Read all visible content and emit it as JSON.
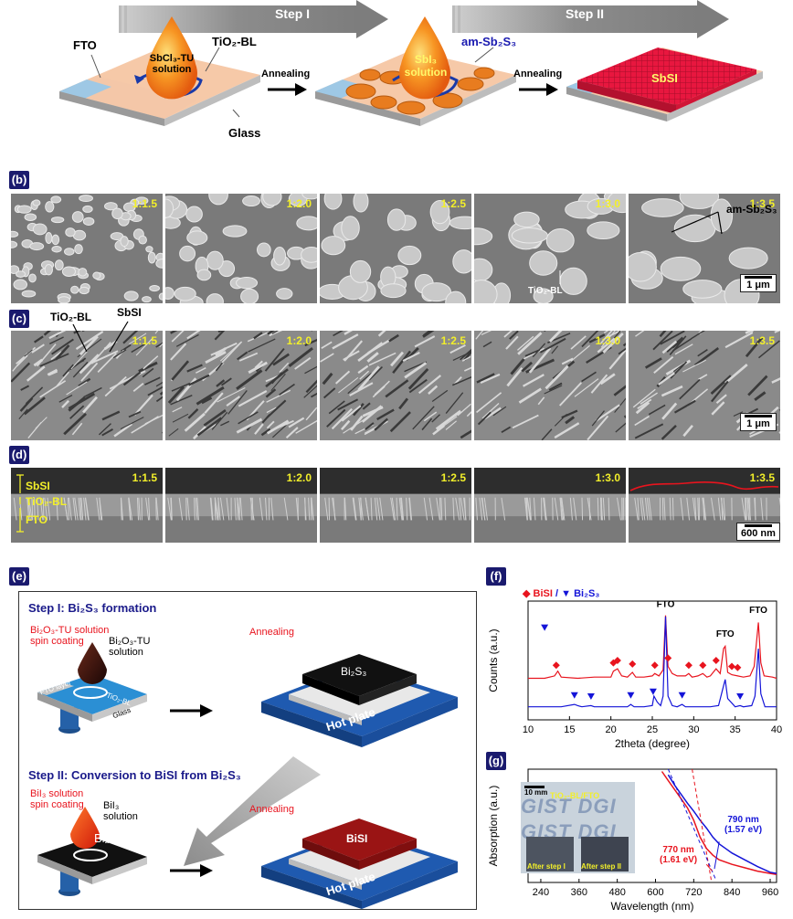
{
  "panel_a": {
    "step1": "Step I",
    "step2": "Step II",
    "fto": "FTO",
    "sbcl3_line1": "SbCl₃-TU",
    "sbcl3_line2": "solution",
    "tio2_bl": "TiO₂-BL",
    "glass": "Glass",
    "annealing": "Annealing",
    "sbi3_line1": "SbI₃",
    "sbi3_line2": "solution",
    "am_sb2s3": "am-Sb₂S₃",
    "sbsi": "SbSI",
    "colors": {
      "arrow": "#8c8c8c",
      "drop": "#f07a1a",
      "substrate": "#f6c9a8",
      "sbsi": "#e8173f"
    }
  },
  "panel_b": {
    "tag": "(b)",
    "ratios": [
      "1:1.5",
      "1:2.0",
      "1:2.5",
      "1:3.0",
      "1:3.5"
    ],
    "am_label": "am-Sb₂S₃",
    "tio2_label": "TiO₂-BL",
    "scale": "1 μm"
  },
  "panel_c": {
    "tag": "(c)",
    "ratios": [
      "1:1.5",
      "1:2.0",
      "1:2.5",
      "1:3.0",
      "1:3.5"
    ],
    "tio2_label": "TiO₂-BL",
    "sbsi_label": "SbSI",
    "scale": "1 μm"
  },
  "panel_d": {
    "tag": "(d)",
    "ratios": [
      "1:1.5",
      "1:2.0",
      "1:2.5",
      "1:3.0",
      "1:3.5"
    ],
    "sbsi": "SbSI",
    "tio2": "TiO₂-BL",
    "fto": "FTO",
    "scale": "600 nm"
  },
  "panel_e": {
    "tag": "(e)",
    "step1_title": "Step I: Bi₂S₃ formation",
    "bi2o3_line1": "Bi₂O₃-TU solution",
    "bi2o3_line2": "spin coating",
    "bi2o3_sol_1": "Bi₂O₃-TU",
    "bi2o3_sol_2": "solution",
    "annealing": "Annealing",
    "bi2s3": "Bi₂S₃",
    "hot_plate": "Hot plate",
    "fto_layer": "FTO layer",
    "tio2_bl": "TiO₂-BL",
    "glass": "Glass",
    "step2_title": "Step II: Conversion to BiSI from Bi₂S₃",
    "bii3_line1": "BiI₃ solution",
    "bii3_line2": "spin coating",
    "bii3_sol_1": "BiI₃",
    "bii3_sol_2": "solution",
    "bisi": "BiSI"
  },
  "panel_f": {
    "tag": "(f)",
    "legend_bisi": "BiSI",
    "legend_sep": "/",
    "legend_bi2s3": "Bi₂S₃",
    "fto": "FTO",
    "colors": {
      "bisi": "#e8141e",
      "bi2s3": "#1414d8"
    }
  },
  "panel_g": {
    "tag": "(g)",
    "inset_scale": "10 mm",
    "inset_label": "TiO₂-BL/FTO",
    "after1": "After step I",
    "after2": "After step II",
    "ann_790_1": "790 nm",
    "ann_790_2": "(1.57 eV)",
    "ann_770_1": "770 nm",
    "ann_770_2": "(1.61 eV)",
    "inset_bg_text": "GIST DGI"
  },
  "chart_data": [
    {
      "type": "line",
      "panel": "f",
      "xlabel": "2theta (degree)",
      "ylabel": "Counts (a.u.)",
      "xlim": [
        10,
        40
      ],
      "xticks": [
        10,
        15,
        20,
        25,
        30,
        35,
        40
      ],
      "series": [
        {
          "name": "BiSI",
          "x": [
            10,
            12,
            13.2,
            13.6,
            14,
            16,
            18,
            20,
            20.3,
            20.8,
            21.3,
            22,
            22.6,
            23,
            24,
            25,
            25.3,
            25.8,
            26.3,
            26.6,
            26.9,
            27.4,
            28,
            29,
            29.4,
            29.8,
            30.5,
            31.1,
            31.6,
            32,
            32.7,
            33.2,
            33.6,
            33.8,
            34.1,
            34.6,
            35.3,
            36,
            36.8,
            37.3,
            37.8,
            38.1,
            38.5,
            39.5,
            40
          ],
          "y": [
            0.35,
            0.35,
            0.37,
            0.41,
            0.36,
            0.35,
            0.36,
            0.36,
            0.41,
            0.43,
            0.37,
            0.36,
            0.4,
            0.36,
            0.36,
            0.37,
            0.39,
            0.37,
            0.42,
            0.88,
            0.45,
            0.39,
            0.37,
            0.37,
            0.39,
            0.36,
            0.37,
            0.39,
            0.36,
            0.37,
            0.43,
            0.39,
            0.6,
            0.62,
            0.4,
            0.38,
            0.37,
            0.36,
            0.37,
            0.45,
            0.82,
            0.48,
            0.37,
            0.36,
            0.35
          ]
        },
        {
          "name": "Bi₂S₃",
          "x": [
            10,
            12,
            14,
            15.6,
            16,
            16.5,
            17.6,
            18,
            20,
            22,
            22.4,
            22.8,
            24,
            25,
            25.2,
            25.6,
            26,
            26.3,
            26.6,
            26.9,
            27.4,
            28,
            28.6,
            29,
            30,
            32,
            33,
            33.5,
            33.8,
            34.1,
            35,
            35.6,
            36,
            37,
            37.4,
            37.8,
            38.1,
            38.6,
            40
          ],
          "y": [
            0.11,
            0.11,
            0.11,
            0.13,
            0.12,
            0.11,
            0.12,
            0.11,
            0.11,
            0.11,
            0.13,
            0.11,
            0.11,
            0.12,
            0.2,
            0.15,
            0.12,
            0.2,
            0.87,
            0.2,
            0.12,
            0.11,
            0.13,
            0.11,
            0.11,
            0.11,
            0.12,
            0.26,
            0.34,
            0.18,
            0.11,
            0.12,
            0.11,
            0.12,
            0.2,
            0.6,
            0.22,
            0.11,
            0.11
          ]
        }
      ],
      "markers": {
        "BiSI": [
          13.4,
          20.3,
          20.8,
          22.6,
          25.3,
          26.9,
          29.4,
          31.1,
          32.7,
          34.6,
          35.3
        ],
        "Bi₂S₃": [
          15.6,
          17.6,
          22.4,
          25.1,
          28.6,
          35.6
        ]
      },
      "annotations": [
        {
          "text": "FTO",
          "x": 26.6
        },
        {
          "text": "FTO",
          "x": 33.8
        },
        {
          "text": "FTO",
          "x": 37.8
        }
      ]
    },
    {
      "type": "line",
      "panel": "g",
      "xlabel": "Wavelength (nm)",
      "ylabel": "Absorption (a.u.)",
      "xlim": [
        200,
        980
      ],
      "xticks": [
        240,
        360,
        480,
        600,
        720,
        840,
        960
      ],
      "series": [
        {
          "name": "After step II",
          "x": [
            620,
            640,
            660,
            680,
            700,
            720,
            740,
            760,
            780,
            800,
            840,
            880,
            920,
            960,
            980
          ],
          "y": [
            0.98,
            0.9,
            0.82,
            0.74,
            0.66,
            0.55,
            0.4,
            0.3,
            0.24,
            0.2,
            0.16,
            0.13,
            0.1,
            0.08,
            0.07
          ]
        },
        {
          "name": "After step I",
          "x": [
            640,
            660,
            680,
            700,
            720,
            740,
            760,
            780,
            800,
            820,
            840,
            880,
            920,
            960,
            980
          ],
          "y": [
            0.95,
            0.86,
            0.78,
            0.7,
            0.63,
            0.55,
            0.48,
            0.4,
            0.34,
            0.3,
            0.26,
            0.2,
            0.14,
            0.09,
            0.08
          ]
        }
      ],
      "tangents": [
        {
          "name": "step II",
          "x": [
            715,
            775
          ],
          "y": [
            1.0,
            0.02
          ]
        },
        {
          "name": "step I",
          "x": [
            640,
            790
          ],
          "y": [
            1.0,
            0.02
          ]
        }
      ]
    }
  ]
}
